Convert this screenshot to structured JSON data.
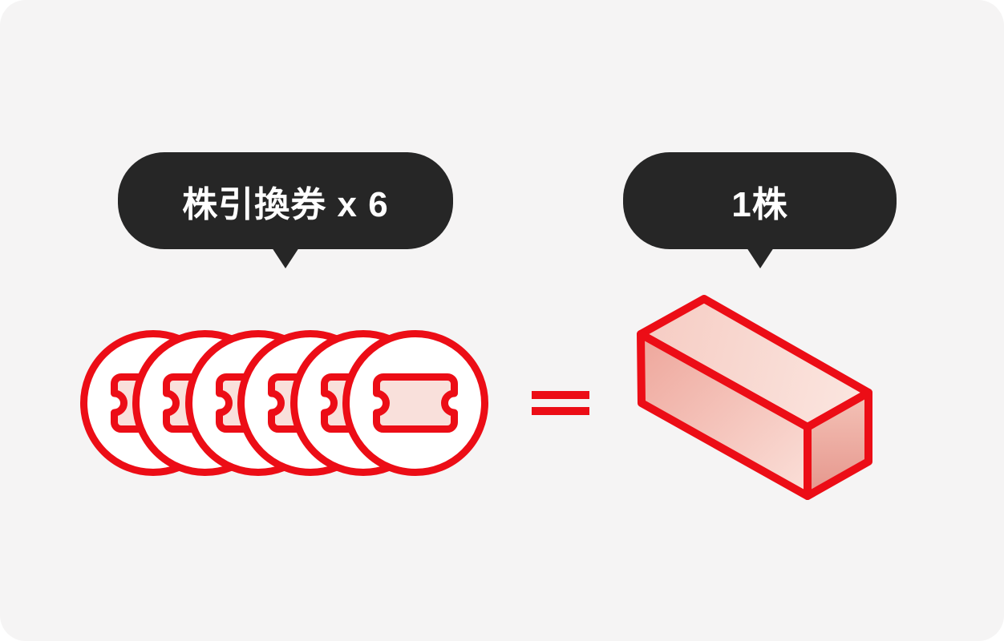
{
  "colors": {
    "page_background": "#FFFFFF",
    "card_background": "#F5F4F4",
    "bubble": "#262626",
    "bubble_text": "#FFFFFF",
    "accent_red": "#EC0D16",
    "ticket_fill": "#F9E0DB",
    "bar_top_light": "#FBE6E0",
    "bar_front_dark": "#EEA69B",
    "bar_side_dark": "#E5958B"
  },
  "left_group": {
    "bubble_label": "株引換券 x 6",
    "ticket_count": 6,
    "icon": "ticket-coin-icon"
  },
  "right_group": {
    "bubble_label": "1株",
    "icon": "share-bar-icon"
  },
  "equation": {
    "operator": "="
  }
}
